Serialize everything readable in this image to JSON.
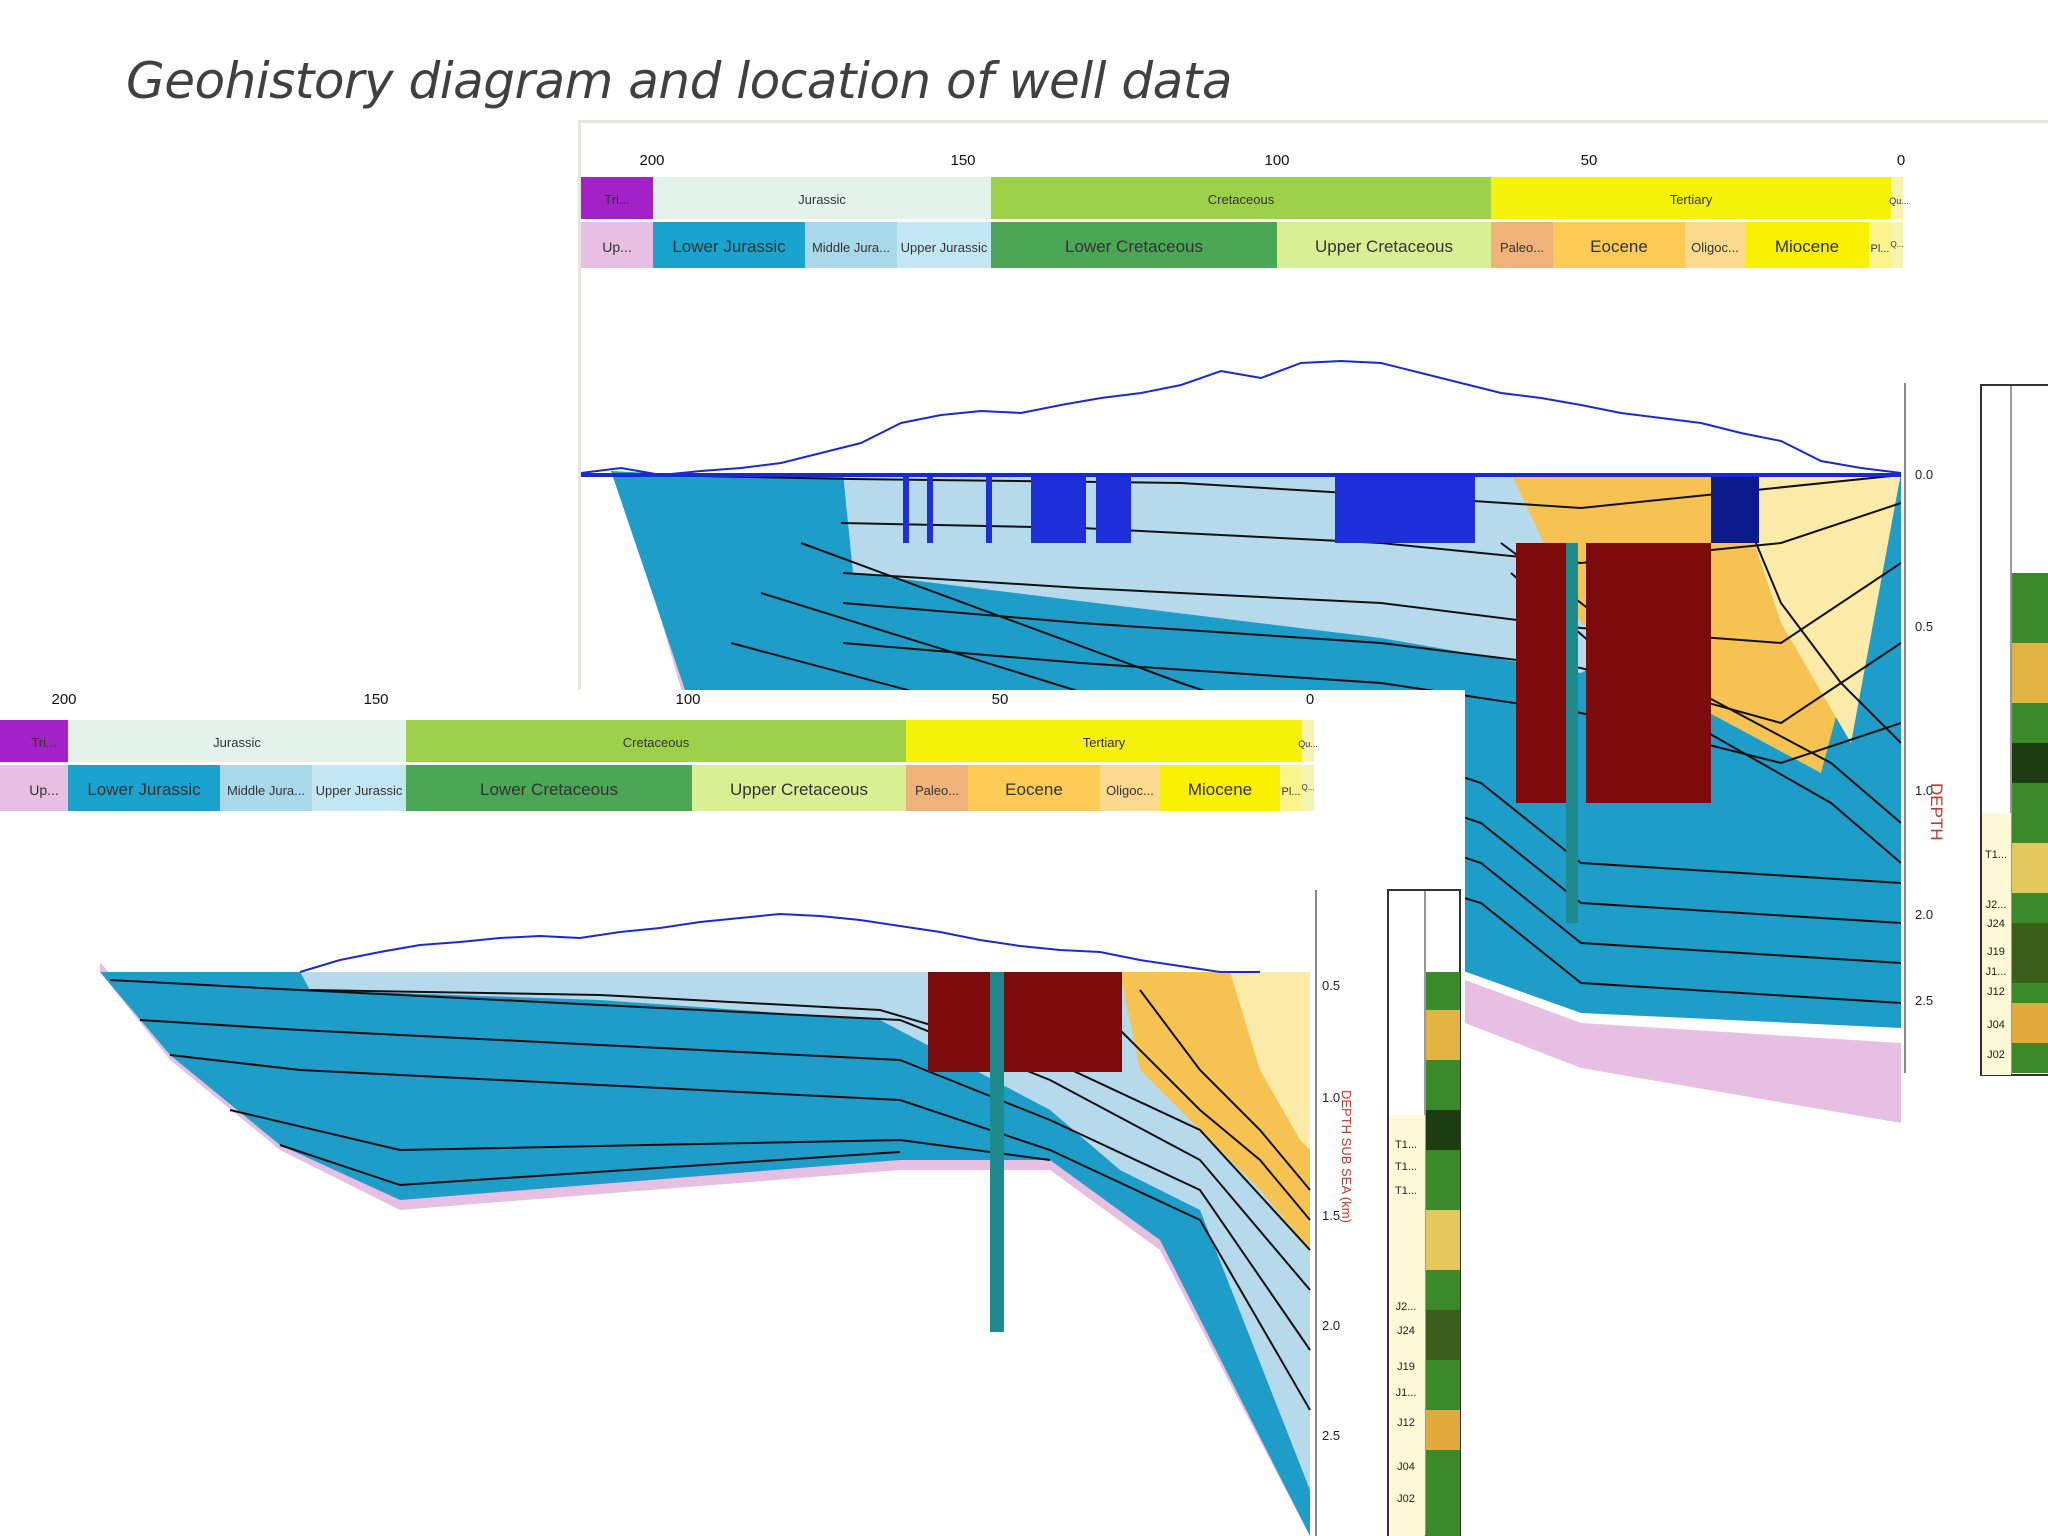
{
  "slide_title": "Geohistory diagram  and location of well data",
  "time_axis": {
    "ticks": [
      "200",
      "150",
      "100",
      "50",
      "0"
    ],
    "periods": [
      "Tri...",
      "Jurassic",
      "Cretaceous",
      "Tertiary",
      "Qu..."
    ],
    "epochs": [
      "Up...",
      "Lower Jurassic",
      "Middle Jura...",
      "Upper Jurassic",
      "Lower Cretaceous",
      "Upper Cretaceous",
      "Paleo...",
      "Eocene",
      "Oligoc...",
      "Miocene",
      "Pl...",
      "Q..."
    ]
  },
  "colors": {
    "triassic": "#a322c8",
    "jurassic": "#e2f4ea",
    "cretaceous": "#9ed14a",
    "tertiary": "#f5f20a",
    "quaternary": "#f6f2b0",
    "up_triassic": "#e6bfe2",
    "lower_jurassic": "#1aa3cf",
    "middle_jurassic": "#a9d8e8",
    "upper_jurassic": "#c2e6f2",
    "lower_cretaceous": "#4ba755",
    "upper_cretaceous": "#d8ef93",
    "paleocene": "#efb37a",
    "eocene": "#fbcb55",
    "oligocene": "#fbd98f",
    "miocene": "#f7f000",
    "pliocene": "#fbf38c",
    "basin_blue": "#1e9dc8",
    "light_blue": "#b6d9ec",
    "dark_red": "#7e0b0b",
    "ochre": "#f6c352",
    "pale_yellow": "#fbeaa8",
    "navy": "#0b1a8c",
    "royal_blue": "#1d2fd8"
  },
  "depth_axis": {
    "back_ticks": [
      "0.0",
      "0.5",
      "1.0",
      "2.0",
      "2.5"
    ],
    "back_label": "DEPTH",
    "front_ticks": [
      "0.5",
      "1.0",
      "1.5",
      "2.0",
      "2.5"
    ],
    "front_label": "DEPTH SUB SEA (km)"
  },
  "well_column": {
    "back_labels": [
      "T1...",
      "J2...",
      "J24",
      "J19",
      "J1...",
      "J12",
      "J04",
      "J02"
    ],
    "front_labels": [
      "T1...",
      "T1...",
      "T1...",
      "J2...",
      "J24",
      "J19",
      "J1...",
      "J12",
      "J04",
      "J02"
    ]
  }
}
